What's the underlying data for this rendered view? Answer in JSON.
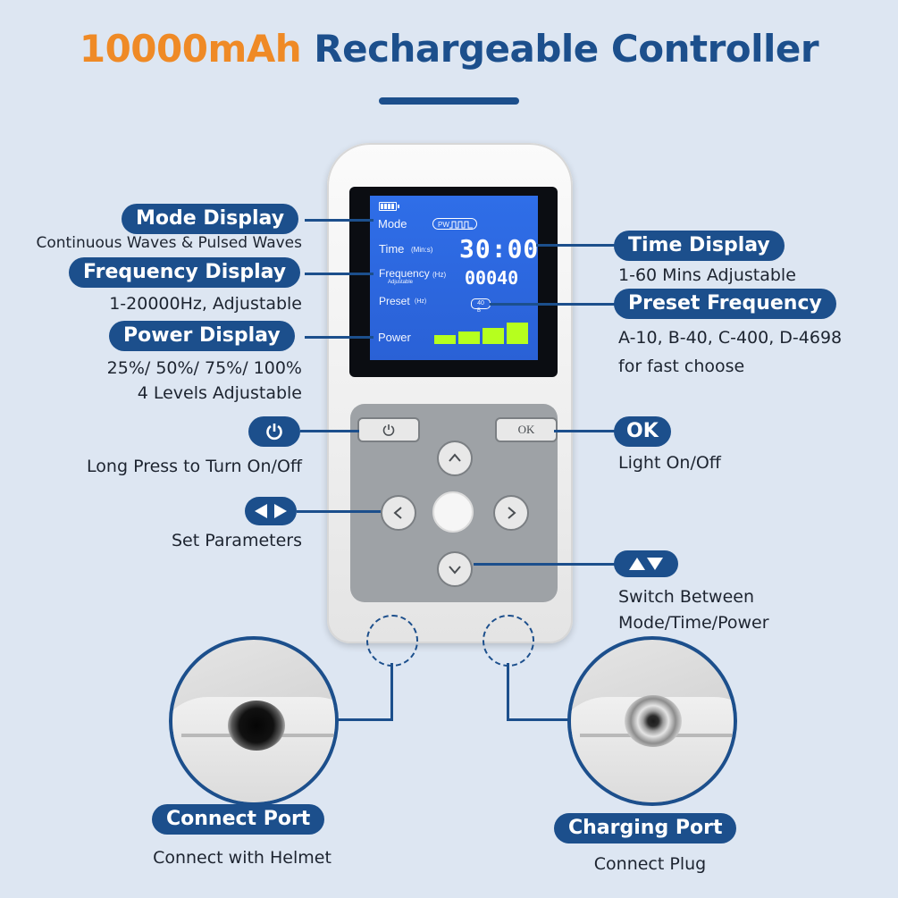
{
  "title": {
    "highlight": "10000mAh",
    "main": "Rechargeable Controller"
  },
  "colors": {
    "brand": "#1c4f8c",
    "accent": "#ef8a26",
    "lcd": "#2f6ee8",
    "power_bar": "#b6ff1e"
  },
  "callouts": {
    "mode": {
      "label": "Mode Display",
      "desc": "Continuous Waves & Pulsed Waves"
    },
    "frequency": {
      "label": "Frequency Display",
      "desc": "1-20000Hz, Adjustable"
    },
    "power": {
      "label": "Power Display",
      "desc_1": "25%/ 50%/ 75%/ 100%",
      "desc_2": "4 Levels Adjustable"
    },
    "power_button": {
      "icon": "power-icon",
      "desc": "Long Press to Turn On/Off"
    },
    "left_right": {
      "icon": "left-right-arrows-icon",
      "desc": "Set Parameters"
    },
    "time": {
      "label": "Time Display",
      "desc": "1-60 Mins Adjustable"
    },
    "preset": {
      "label": "Preset Frequency",
      "desc_1": "A-10, B-40, C-400, D-4698",
      "desc_2": "for fast choose"
    },
    "ok": {
      "label": "OK",
      "desc": "Light On/Off"
    },
    "up_down": {
      "icon": "up-down-arrows-icon",
      "desc_1": "Switch Between",
      "desc_2": "Mode/Time/Power"
    },
    "connect_port": {
      "label": "Connect Port",
      "desc": "Connect with Helmet"
    },
    "charging_port": {
      "label": "Charging Port",
      "desc": "Connect Plug"
    }
  },
  "lcd": {
    "mode_label": "Mode",
    "mode_value": "PW",
    "time_label": "Time",
    "time_unit": "(Min:s)",
    "time_value": "30:00",
    "freq_label": "Frequency",
    "freq_unit": "(Hz)",
    "freq_sub": "Adjustable",
    "freq_value": "00040",
    "preset_label": "Preset",
    "preset_unit": "(Hz)",
    "preset_value": "40",
    "preset_letter": "B",
    "power_label": "Power",
    "power_level": 1.0
  },
  "keypad": {
    "ok_label": "OK"
  }
}
